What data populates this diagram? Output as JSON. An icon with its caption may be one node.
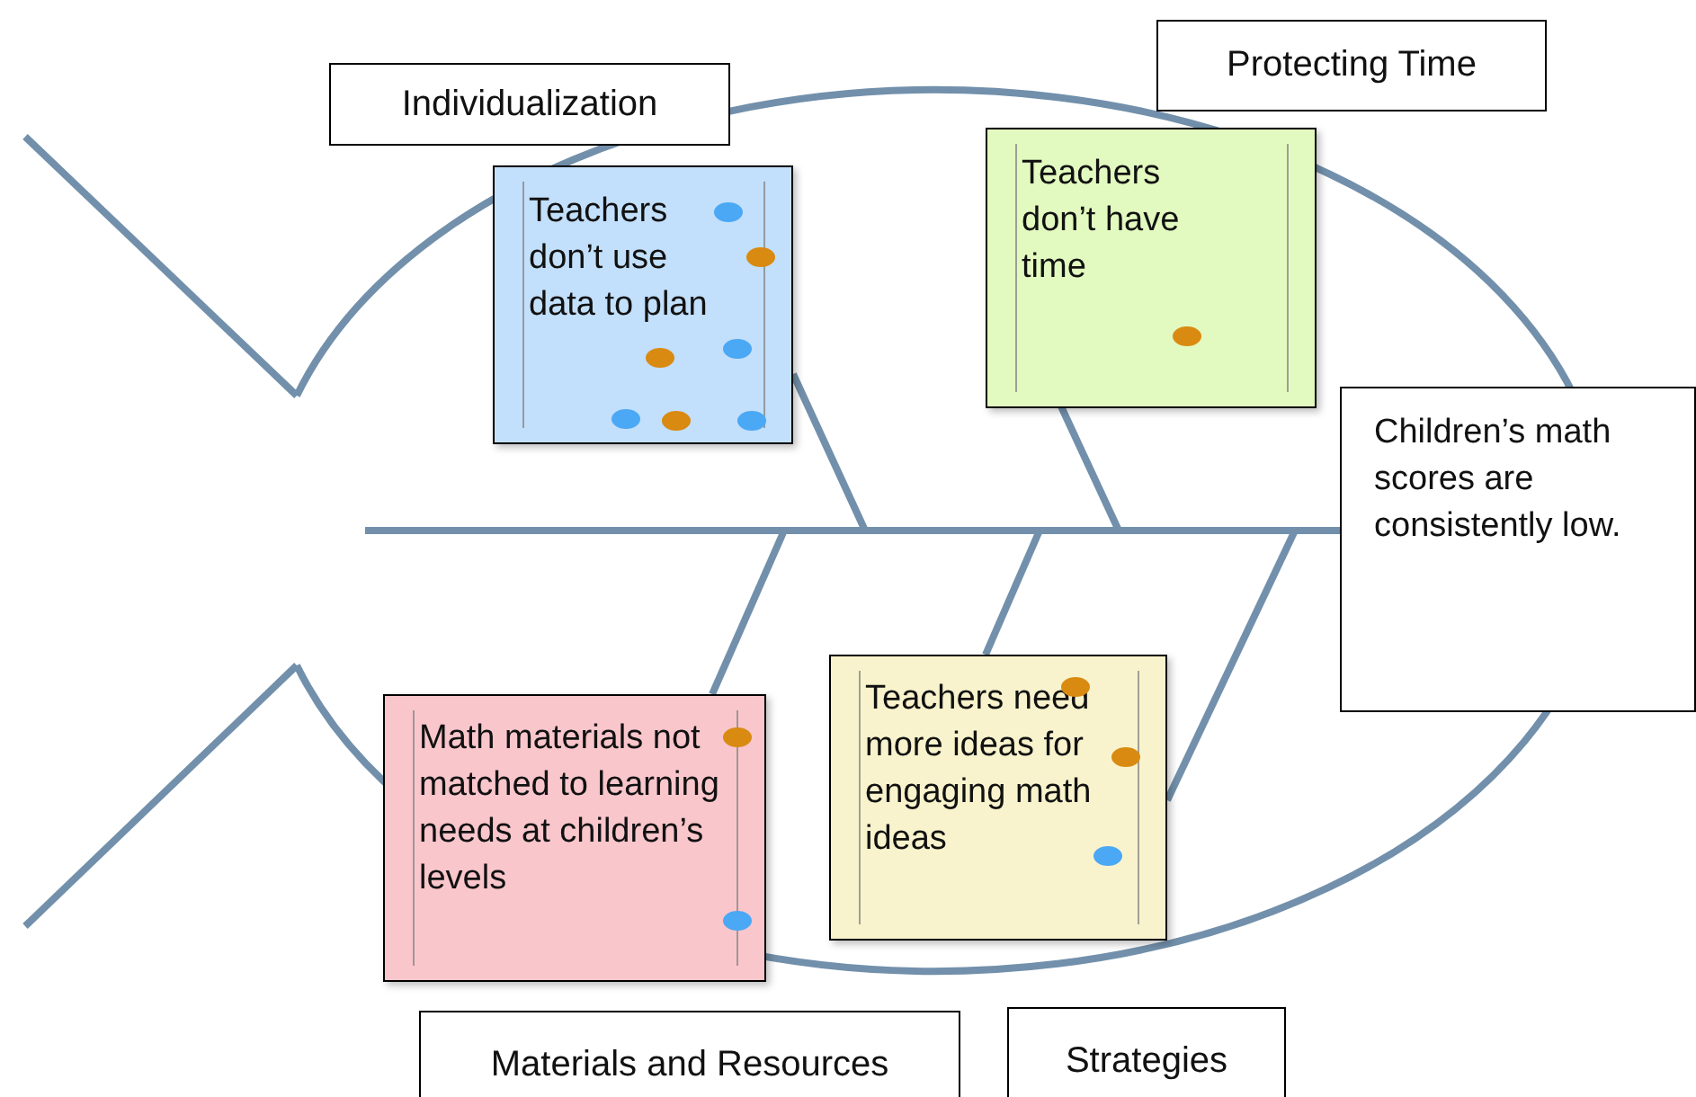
{
  "diagram": {
    "nodes": [
      {
        "text": [
          "Individualization"
        ]
      },
      {
        "text": [
          "Teachers don’t use data to plan"
        ]
      },
      {
        "text": [
          "Protecting Time"
        ]
      },
      {
        "text": [
          "Teachers don’t have time"
        ]
      },
      {
        "text": [
          "Children’s math scores are consistently low."
        ]
      },
      {
        "text": [
          "Math materials not matched to learning needs at children’s levels"
        ]
      },
      {
        "text": [
          "Teachers need more ideas for engaging math ideas"
        ]
      },
      {
        "text": [
          "Materials and Resources"
        ]
      },
      {
        "text": [
          "Strategies"
        ]
      }
    ]
  }
}
